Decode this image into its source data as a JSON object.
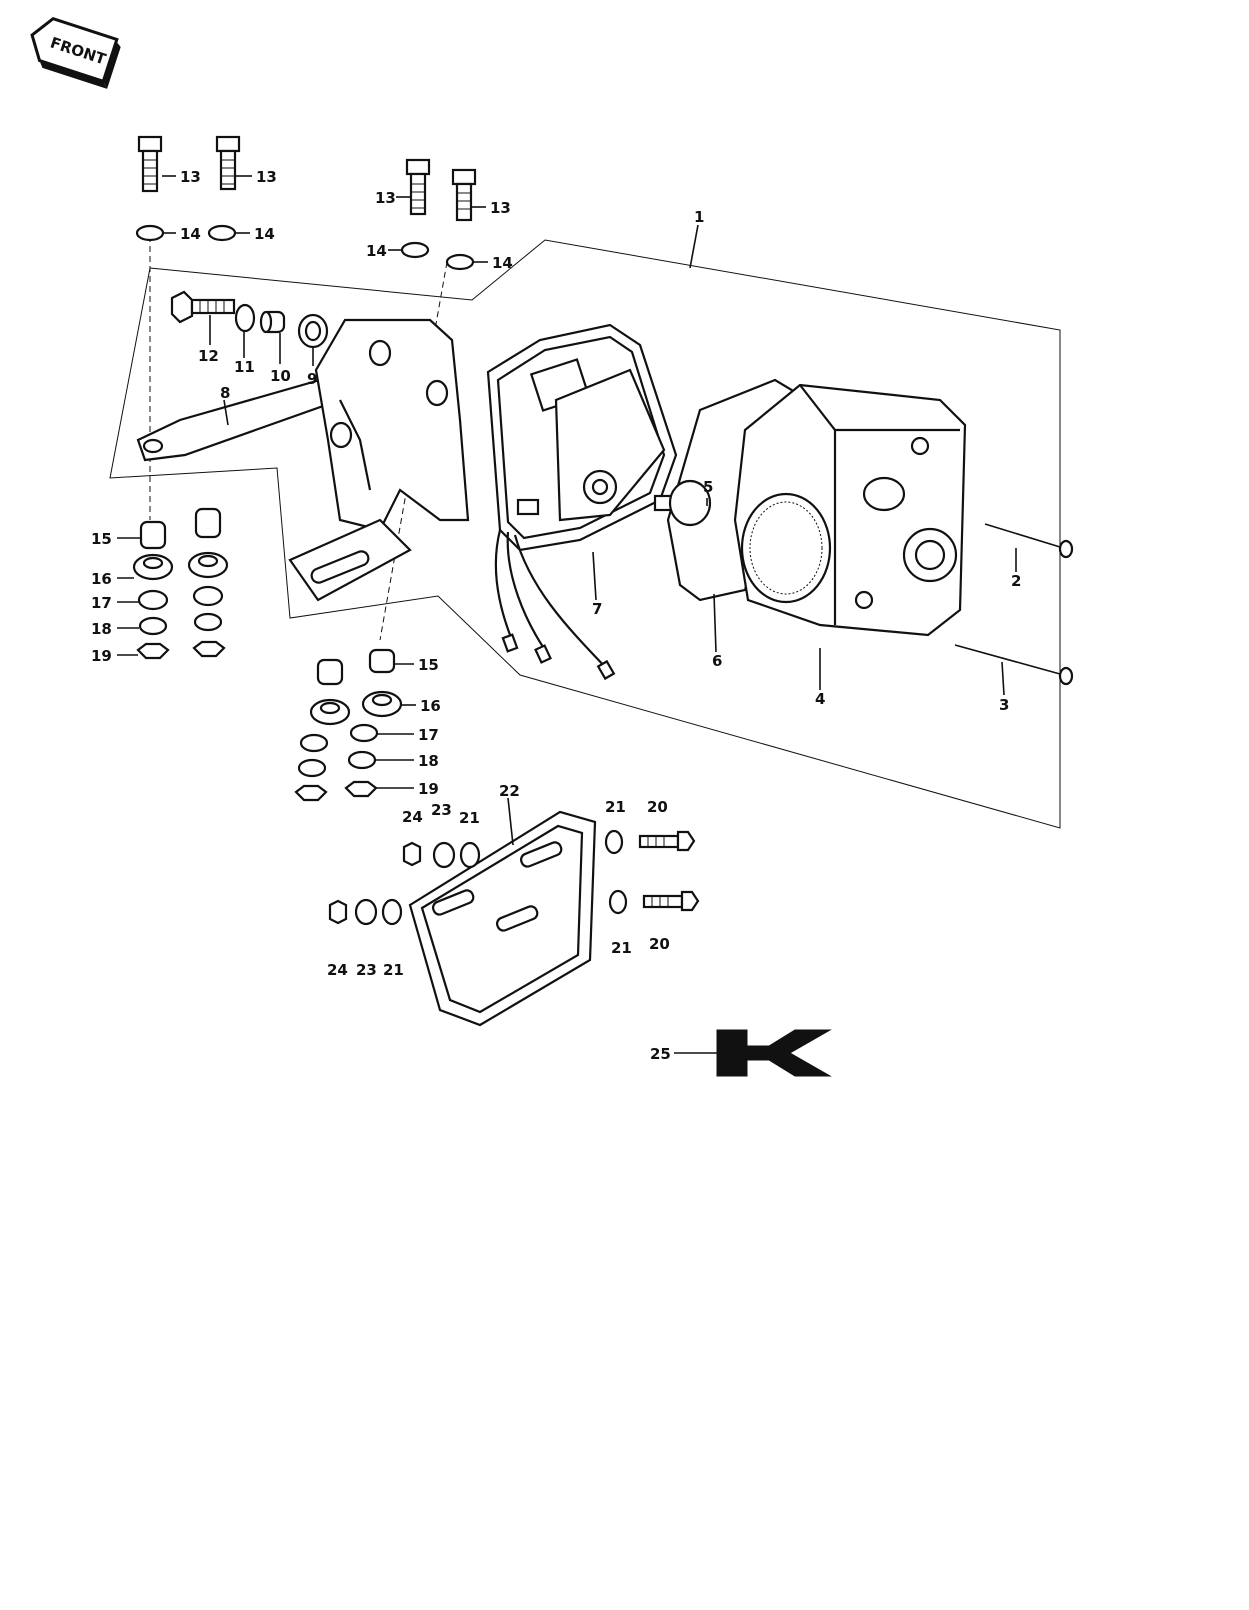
{
  "front_label": "FRONT",
  "labels": {
    "p1": "1",
    "p2": "2",
    "p3": "3",
    "p4": "4",
    "p5": "5",
    "p6": "6",
    "p7": "7",
    "p8": "8",
    "p9": "9",
    "p10": "10",
    "p11": "11",
    "p12": "12",
    "p13a": "13",
    "p13b": "13",
    "p13c": "13",
    "p13d": "13",
    "p14a": "14",
    "p14b": "14",
    "p14c": "14",
    "p14d": "14",
    "p15a": "15",
    "p15b": "15",
    "p16a": "16",
    "p16b": "16",
    "p17a": "17",
    "p17b": "17",
    "p18a": "18",
    "p18b": "18",
    "p19a": "19",
    "p19b": "19",
    "p20a": "20",
    "p20b": "20",
    "p21a": "21",
    "p21b": "21",
    "p21c": "21",
    "p21d": "21",
    "p22": "22",
    "p23a": "23",
    "p23b": "23",
    "p24a": "24",
    "p24b": "24",
    "p25": "25"
  }
}
